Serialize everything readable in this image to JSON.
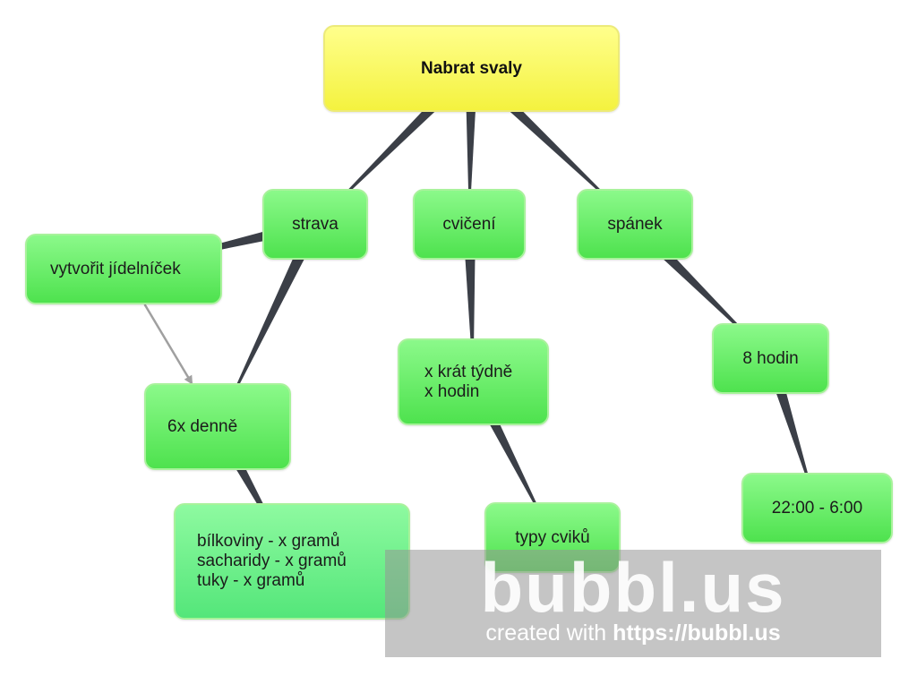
{
  "mindmap": {
    "root": {
      "id": "root",
      "label": "Nabrat svaly",
      "color": "#f4f23f"
    },
    "nodes": [
      {
        "id": "strava",
        "label": "strava"
      },
      {
        "id": "cviceni",
        "label": "cvičení"
      },
      {
        "id": "spanek",
        "label": "spánek"
      },
      {
        "id": "jidelnicek",
        "label": "vytvořit jídelníček"
      },
      {
        "id": "denne",
        "label": "6x denně"
      },
      {
        "id": "makra",
        "label": "bílkoviny - x gramů\nsacharidy - x gramů\ntuky - x gramů"
      },
      {
        "id": "tydne",
        "label": "x krát týdně\nx hodin"
      },
      {
        "id": "cviky",
        "label": "typy cviků"
      },
      {
        "id": "hodin",
        "label": "8 hodin"
      },
      {
        "id": "cas",
        "label": "22:00 - 6:00"
      }
    ],
    "edges": [
      {
        "from": "root",
        "to": "strava",
        "kind": "branch"
      },
      {
        "from": "root",
        "to": "cviceni",
        "kind": "branch"
      },
      {
        "from": "root",
        "to": "spanek",
        "kind": "branch"
      },
      {
        "from": "strava",
        "to": "jidelnicek",
        "kind": "branch"
      },
      {
        "from": "strava",
        "to": "denne",
        "kind": "branch"
      },
      {
        "from": "denne",
        "to": "makra",
        "kind": "branch"
      },
      {
        "from": "cviceni",
        "to": "tydne",
        "kind": "branch"
      },
      {
        "from": "tydne",
        "to": "cviky",
        "kind": "branch"
      },
      {
        "from": "spanek",
        "to": "hodin",
        "kind": "branch"
      },
      {
        "from": "hodin",
        "to": "cas",
        "kind": "branch"
      },
      {
        "from": "jidelnicek",
        "to": "denne",
        "kind": "arrow"
      }
    ],
    "colors": {
      "node_fill": "#5be85a",
      "branch": "#3b3f47",
      "arrow": "#a0a0a0"
    }
  },
  "watermark": {
    "brand": "bubbl.us",
    "prefix": "created with ",
    "url": "https://bubbl.us"
  }
}
